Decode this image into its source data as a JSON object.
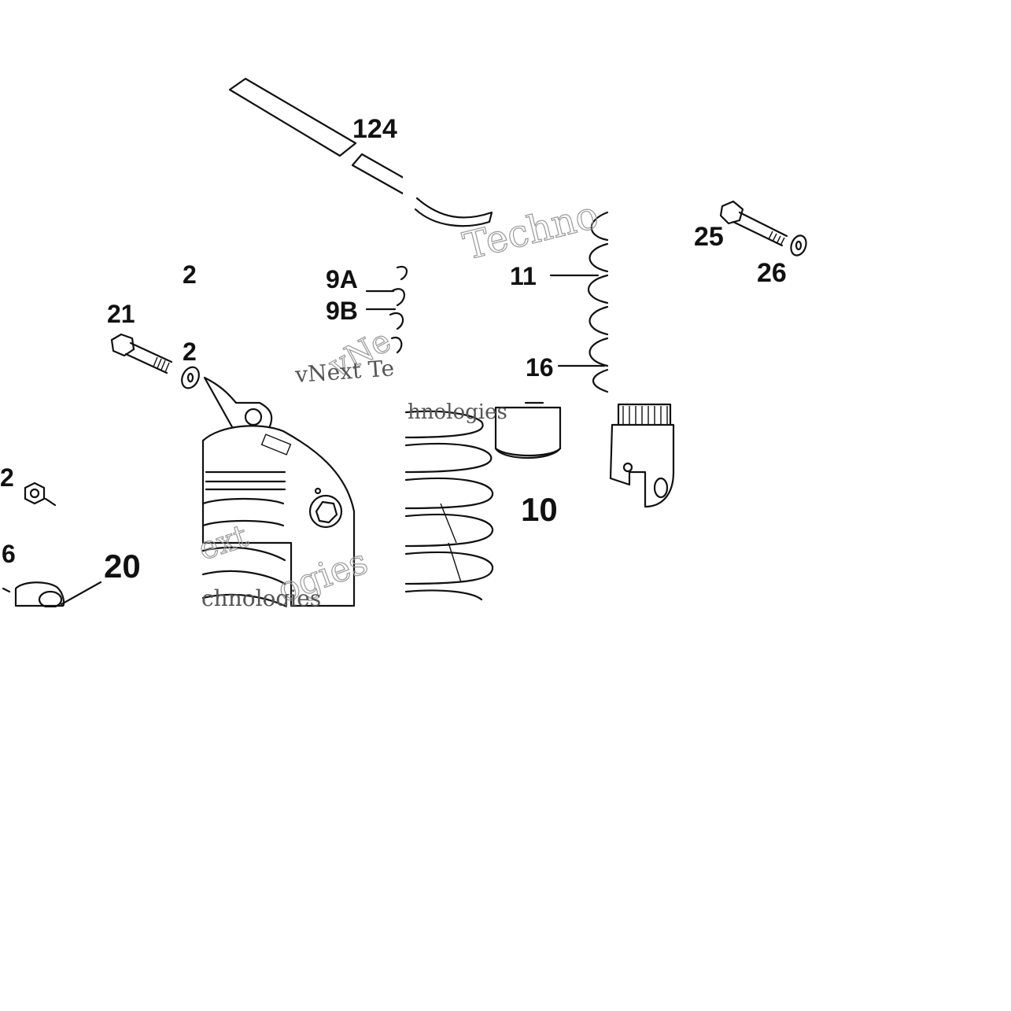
{
  "labels": {
    "l124": "124",
    "l2a": "2",
    "l9a": "9A",
    "l9b": "9B",
    "l11": "11",
    "l16": "16",
    "l25": "25",
    "l26": "26",
    "l21": "21",
    "l2b": "2",
    "l2c": "2",
    "l6": "6",
    "l20": "20",
    "l10": "10"
  },
  "watermarks": {
    "w1": "Techno",
    "w2": "vNe",
    "w3": "vNext Te",
    "w4": "hnologies",
    "w5": "ext",
    "w6": "ogies",
    "w7": "chnologies"
  },
  "colors": {
    "ink": "#111111",
    "paper": "#ffffff",
    "watermark": "#999999"
  }
}
